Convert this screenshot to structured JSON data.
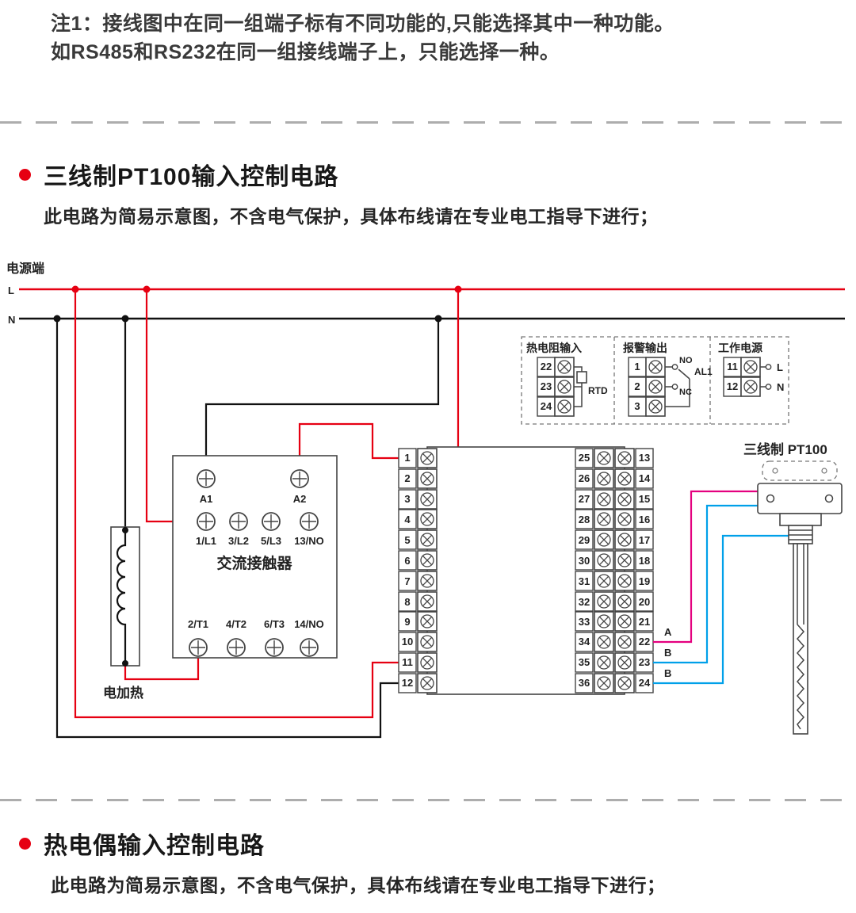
{
  "note": {
    "line1": "注1：接线图中在同一组端子标有不同功能的,只能选择其中一种功能。",
    "line2": "如RS485和RS232在同一组接线端子上，只能选择一种。"
  },
  "sections": {
    "pt100": {
      "title": "三线制PT100输入控制电路",
      "subtitle": "此电路为简易示意图，不含电气保护，具体布线请在专业电工指导下进行；"
    },
    "thermocouple": {
      "title": "热电偶输入控制电路",
      "subtitle": "此电路为简易示意图，不含电气保护，具体布线请在专业电工指导下进行；"
    }
  },
  "diagram": {
    "power_label": "电源端",
    "line_l": "L",
    "line_n": "N",
    "heater_label": "电加热",
    "contactor": {
      "a1": "A1",
      "a2": "A2",
      "name": "交流接触器",
      "top_terminals": [
        "1/L1",
        "3/L2",
        "5/L3",
        "13/NO"
      ],
      "bottom_terminals": [
        "2/T1",
        "4/T2",
        "6/T3",
        "14/NO"
      ]
    },
    "left_terminals": [
      "1",
      "2",
      "3",
      "4",
      "5",
      "6",
      "7",
      "8",
      "9",
      "10",
      "11",
      "12"
    ],
    "right_outer_terminals": [
      "25",
      "26",
      "27",
      "28",
      "29",
      "30",
      "31",
      "32",
      "33",
      "34",
      "35",
      "36"
    ],
    "right_inner_terminals": [
      "13",
      "14",
      "15",
      "16",
      "17",
      "18",
      "19",
      "20",
      "21",
      "22",
      "23",
      "24"
    ],
    "aux_panel": {
      "rtd": {
        "title": "热电阻输入",
        "terminals": [
          "22",
          "23",
          "24"
        ],
        "label": "RTD"
      },
      "alarm": {
        "title": "报警输出",
        "terminals": [
          "1",
          "2",
          "3"
        ],
        "no_label": "NO",
        "nc_label": "NC",
        "relay_label": "AL1"
      },
      "power": {
        "title": "工作电源",
        "terminals": [
          "11",
          "12"
        ],
        "l_label": "L",
        "n_label": "N"
      }
    },
    "sensor_label": "三线制 PT100",
    "wire_labels": {
      "a": "A",
      "b1": "B",
      "b2": "B"
    },
    "colors": {
      "wire_red": "#e60012",
      "wire_magenta": "#e4007f",
      "wire_cyan": "#00a0e9",
      "wire_black": "#111111",
      "bullet_red": "#e60012"
    }
  }
}
